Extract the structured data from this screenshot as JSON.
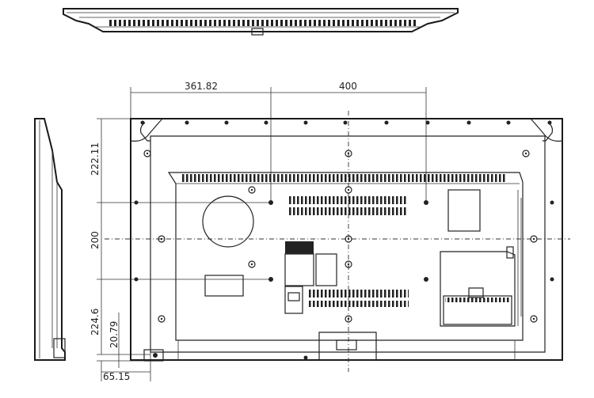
{
  "dimensions": {
    "width_left": "361.82",
    "width_vesa": "400",
    "height_top": "222.11",
    "height_vesa": "200",
    "height_bottom": "224.6",
    "port_height": "20.79",
    "port_offset": "65.15"
  }
}
